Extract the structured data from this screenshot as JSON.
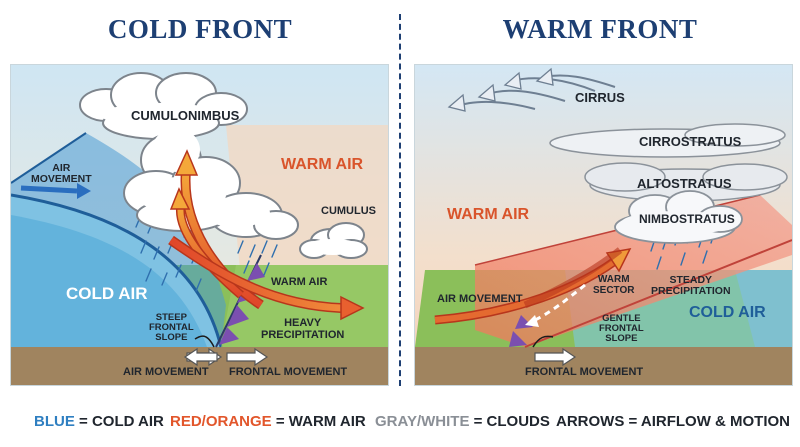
{
  "titles": {
    "cold": "COLD FRONT",
    "warm": "WARM FRONT"
  },
  "cold_front": {
    "cumulonimbus": "CUMULONIMBUS",
    "warm_air": "WARM AIR",
    "cumulus": "CUMULUS",
    "air_movement_top": "AIR\nMOVEMENT",
    "cold_air": "COLD AIR",
    "warm_air_small": "WARM AIR",
    "heavy_precipitation": "HEAVY\nPRECIPITATION",
    "steep_frontal_slope": "STEEP\nFRONTAL\nSLOPE",
    "air_movement_bottom": "AIR MOVEMENT",
    "frontal_movement": "FRONTAL MOVEMENT"
  },
  "warm_front": {
    "cirrus": "CIRRUS",
    "cirrostratus": "CIRROSTRATUS",
    "altostratus": "ALTOSTRATUS",
    "nimbostratus": "NIMBOSTRATUS",
    "warm_air": "WARM AIR",
    "air_movement": "AIR MOVEMENT",
    "warm_sector": "WARM\nSECTOR",
    "steady_precipitation": "STEADY\nPRECIPITATION",
    "cold_air": "COLD AIR",
    "gentle_frontal_slope": "GENTLE\nFRONTAL\nSLOPE",
    "frontal_movement": "FRONTAL MOVEMENT"
  },
  "legend": {
    "blue_key": "BLUE",
    "blue_val": " = COLD AIR",
    "red_key": "RED/ORANGE",
    "red_val": " = WARM AIR",
    "gray_key": "GRAY/WHITE",
    "gray_val": " = CLOUDS",
    "arrows_key": "ARROWS",
    "arrows_val": " = AIRFLOW & MOTION"
  },
  "colors": {
    "title": "#1d3f73",
    "cold": "#2f7fc1",
    "warm": "#e2562b",
    "cloud": "#8a8f96",
    "ground": "#a0845f",
    "grass": "#8bbf5a"
  }
}
